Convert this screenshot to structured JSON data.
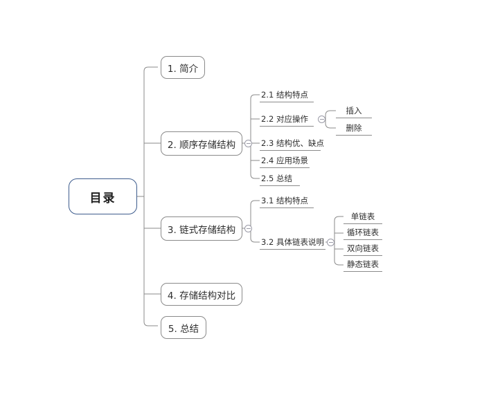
{
  "diagram": {
    "type": "mind-map",
    "title": "目录",
    "background": "#ffffff",
    "root_border_color": "#3c5b8c",
    "node_border_color": "#8a8a8a",
    "text_color": "#333333",
    "root": {
      "label": "目录"
    },
    "level1": [
      {
        "label": "1. 简介"
      },
      {
        "label": "2. 顺序存储结构"
      },
      {
        "label": "3. 链式存储结构"
      },
      {
        "label": "4. 存储结构对比"
      },
      {
        "label": "5. 总结"
      }
    ],
    "branch2": [
      {
        "label": "2.1 结构特点"
      },
      {
        "label": "2.2 对应操作"
      },
      {
        "label": "2.3 结构优、缺点"
      },
      {
        "label": "2.4 应用场景"
      },
      {
        "label": "2.5 总结"
      }
    ],
    "branch2_2_children": [
      {
        "label": "插入"
      },
      {
        "label": "删除"
      }
    ],
    "branch3": [
      {
        "label": "3.1 结构特点"
      },
      {
        "label": "3.2 具体链表说明"
      }
    ],
    "branch3_2_children": [
      {
        "label": "单链表"
      },
      {
        "label": "循环链表"
      },
      {
        "label": "双向链表"
      },
      {
        "label": "静态链表"
      }
    ],
    "toggles": [
      {
        "name": "collapse-toggle-node2",
        "state": "expanded",
        "glyph": "minus-circle-icon"
      },
      {
        "name": "collapse-toggle-node2-2",
        "state": "expanded",
        "glyph": "minus-circle-icon"
      },
      {
        "name": "collapse-toggle-node3",
        "state": "expanded",
        "glyph": "minus-circle-icon"
      },
      {
        "name": "collapse-toggle-node3-2",
        "state": "expanded",
        "glyph": "minus-circle-icon"
      }
    ]
  }
}
